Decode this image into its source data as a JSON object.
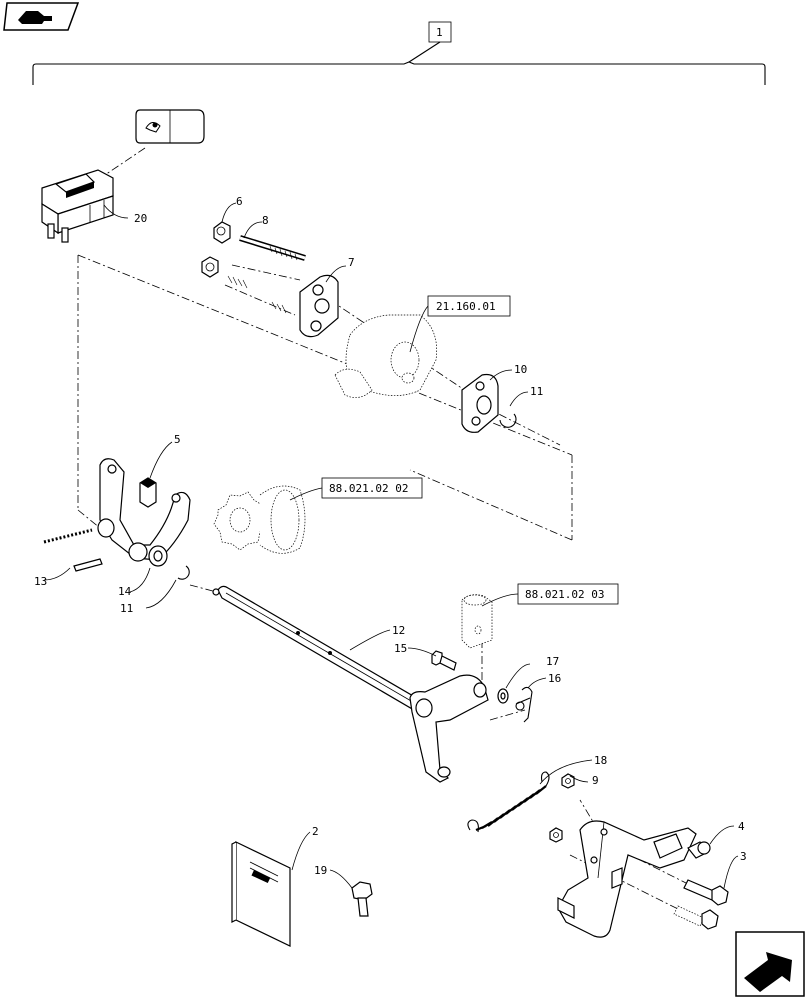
{
  "assembly_ref": "1",
  "callouts": [
    {
      "id": "c20",
      "label": "20"
    },
    {
      "id": "c6",
      "label": "6"
    },
    {
      "id": "c8",
      "label": "8"
    },
    {
      "id": "c7",
      "label": "7"
    },
    {
      "id": "c10",
      "label": "10"
    },
    {
      "id": "c11a",
      "label": "11"
    },
    {
      "id": "c5",
      "label": "5"
    },
    {
      "id": "c13",
      "label": "13"
    },
    {
      "id": "c14",
      "label": "14"
    },
    {
      "id": "c11b",
      "label": "11"
    },
    {
      "id": "c12",
      "label": "12"
    },
    {
      "id": "c15",
      "label": "15"
    },
    {
      "id": "c17",
      "label": "17"
    },
    {
      "id": "c16",
      "label": "16"
    },
    {
      "id": "c18",
      "label": "18"
    },
    {
      "id": "c9",
      "label": "9"
    },
    {
      "id": "c4",
      "label": "4"
    },
    {
      "id": "c3",
      "label": "3"
    },
    {
      "id": "c2",
      "label": "2"
    },
    {
      "id": "c19",
      "label": "19"
    }
  ],
  "references": [
    {
      "id": "r1",
      "label": "21.160.01"
    },
    {
      "id": "r2",
      "label": "88.021.02 02"
    },
    {
      "id": "r3",
      "label": "88.021.02 03"
    }
  ],
  "nav": {
    "top_icon": "home-hand-icon",
    "bottom_icon": "next-page-arrow-icon"
  }
}
